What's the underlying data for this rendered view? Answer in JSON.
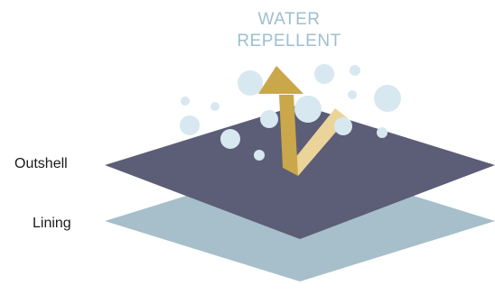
{
  "title": {
    "line1": "WATER",
    "line2": "REPELLENT"
  },
  "layers": {
    "outshell": "Outshell",
    "lining": "Lining"
  },
  "colors": {
    "title": "#9dbfcf",
    "outshell": "#5c5d76",
    "lining": "#a6bfca",
    "droplet": "#d7e8f0",
    "arrow_main": "#c9a74a",
    "arrow_reflection": "#ebd49a"
  },
  "icons": {
    "arrow": "water-deflection-arrow-icon",
    "droplets": "water-droplet-icon"
  }
}
